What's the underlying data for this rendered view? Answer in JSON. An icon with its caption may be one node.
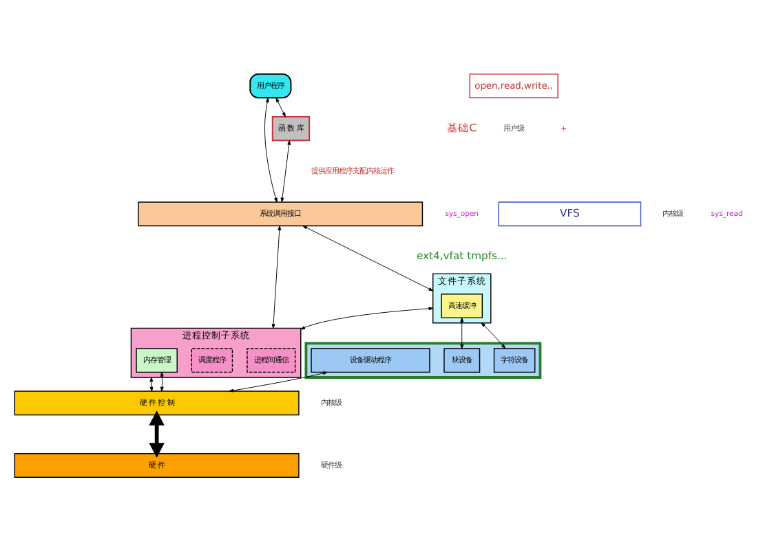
{
  "diagram": {
    "nodes": [
      {
        "text": [
          "用户程序"
        ]
      },
      {
        "text": [
          "函 数 库"
        ]
      },
      {
        "text": [
          "open,read,write.."
        ]
      },
      {
        "text": [
          "系统调用接口"
        ]
      },
      {
        "text": [
          "VFS"
        ]
      },
      {
        "text": [
          "文件子系统"
        ]
      },
      {
        "text": [
          "高速缓冲"
        ],
        "in": 5
      },
      {
        "text": [],
        "shape": "box"
      },
      {
        "text": [
          "字符设备"
        ],
        "in": 7
      },
      {
        "text": [
          "块设备"
        ],
        "in": 7
      },
      {
        "text": [
          "设备驱动程序"
        ],
        "in": 7
      },
      {
        "text": [
          "进程控制子系统"
        ]
      },
      {
        "text": [
          "进程间通信"
        ],
        "in": 11
      },
      {
        "text": [
          "调度程序"
        ],
        "in": 11
      },
      {
        "text": [
          "内存管理"
        ],
        "in": 11
      },
      {
        "text": [
          "硬 件 控 制"
        ]
      },
      {
        "text": [
          "硬 件"
        ]
      }
    ],
    "edges": [
      {
        "from": 0,
        "to": 3,
        "arrow": "both"
      },
      {
        "from": 0,
        "to": 1,
        "arrow": "both"
      },
      {
        "from": 1,
        "to": 3,
        "arrow": "both"
      },
      {
        "from": 3,
        "to": 5,
        "arrow": "both"
      },
      {
        "from": 3,
        "to": 11,
        "arrow": "both"
      },
      {
        "from": 5,
        "to": 11,
        "arrow": "both"
      },
      {
        "from": 5,
        "to": 8,
        "arrow": "both"
      },
      {
        "from": 6,
        "to": 9,
        "arrow": "both"
      },
      {
        "from": 10,
        "to": 15,
        "arrow": "both"
      },
      {
        "from": 11,
        "to": 15,
        "arrow": "both"
      },
      {
        "from": 14,
        "to": 15,
        "arrow": "both"
      },
      {
        "from": 15,
        "to": 16,
        "arrow": "both",
        "style": "thick"
      }
    ],
    "labels": [
      "基础C",
      "+",
      "提供应用程序支配内核运作",
      "用户级",
      "sys_open",
      "内核级",
      "sys_read",
      "ext4,vfat tmpfs...",
      "内核级",
      "硬件级"
    ]
  }
}
